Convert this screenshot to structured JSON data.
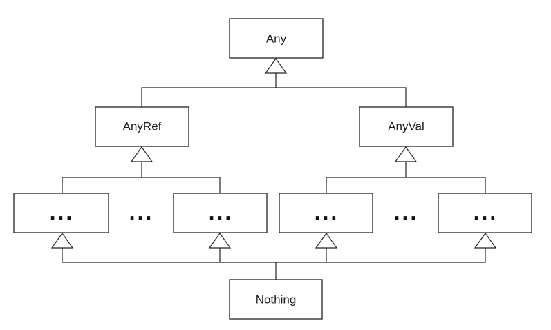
{
  "nodes": {
    "any": "Any",
    "anyref": "AnyRef",
    "anyval": "AnyVal",
    "nothing": "Nothing",
    "ellipsis": "..."
  }
}
